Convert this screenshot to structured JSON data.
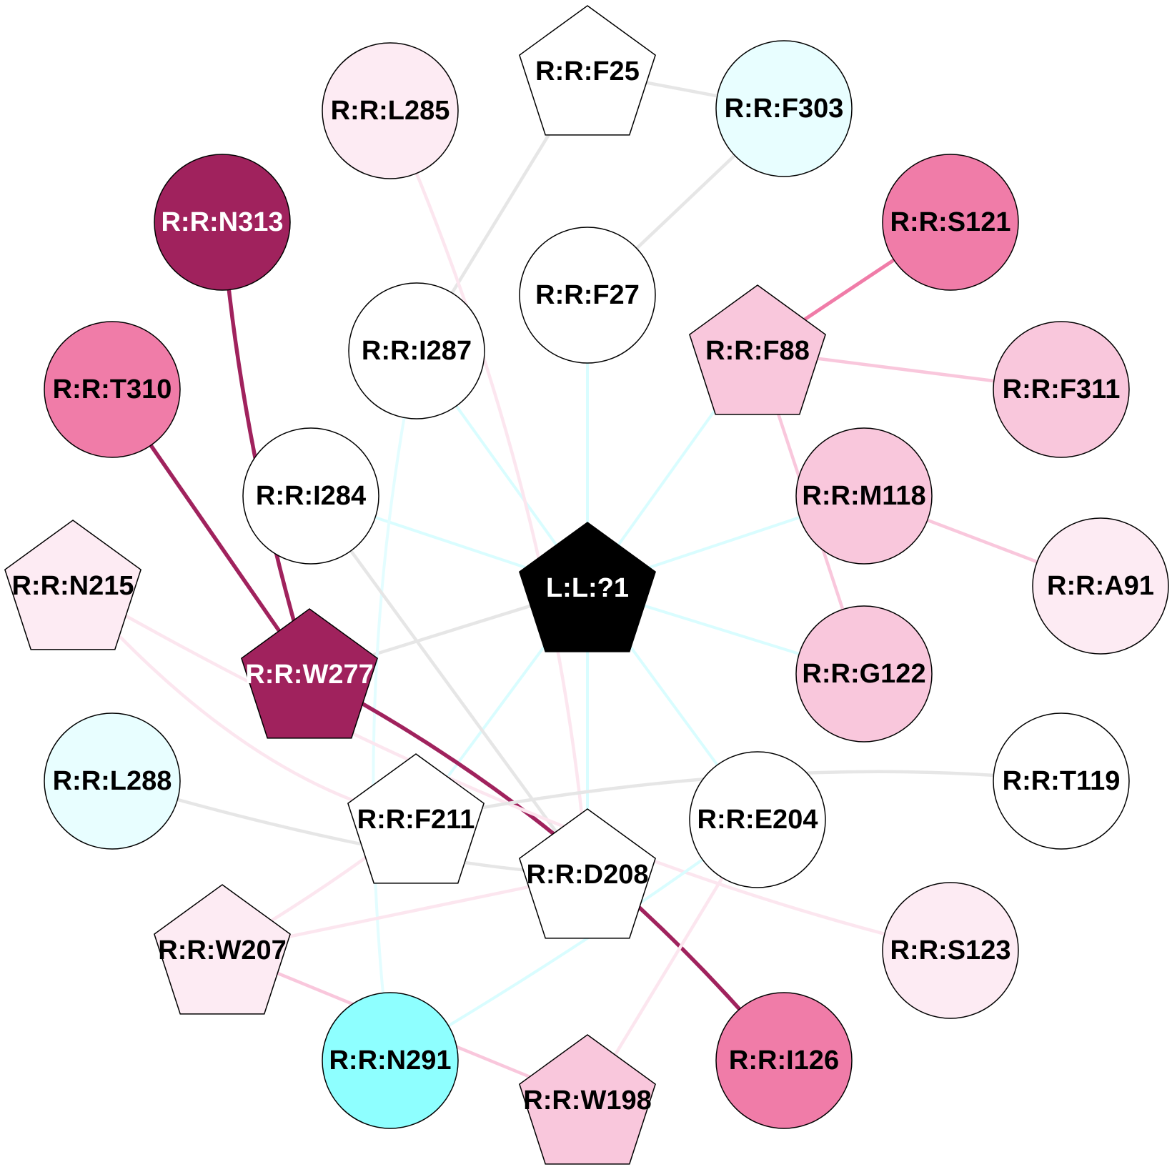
{
  "nodes": [
    {
      "id": "L:L:?1",
      "shape": "pentagon",
      "fill": "#000000",
      "text_color": "#ffffff"
    },
    {
      "id": "R:R:F25",
      "shape": "pentagon",
      "fill": "#ffffff",
      "text_color": "#000000"
    },
    {
      "id": "R:R:F303",
      "shape": "circle",
      "fill": "#e8feff",
      "text_color": "#000000"
    },
    {
      "id": "R:R:L285",
      "shape": "circle",
      "fill": "#fdebf3",
      "text_color": "#000000"
    },
    {
      "id": "R:R:N313",
      "shape": "circle",
      "fill": "#a0225d",
      "text_color": "#ffffff"
    },
    {
      "id": "R:R:S121",
      "shape": "circle",
      "fill": "#f07ca8",
      "text_color": "#000000"
    },
    {
      "id": "R:R:F27",
      "shape": "circle",
      "fill": "#ffffff",
      "text_color": "#000000"
    },
    {
      "id": "R:R:I287",
      "shape": "circle",
      "fill": "#ffffff",
      "text_color": "#000000"
    },
    {
      "id": "R:R:F88",
      "shape": "pentagon",
      "fill": "#f9c7dc",
      "text_color": "#000000"
    },
    {
      "id": "R:R:T310",
      "shape": "circle",
      "fill": "#f07ca8",
      "text_color": "#000000"
    },
    {
      "id": "R:R:F311",
      "shape": "circle",
      "fill": "#f9c7dc",
      "text_color": "#000000"
    },
    {
      "id": "R:R:I284",
      "shape": "circle",
      "fill": "#ffffff",
      "text_color": "#000000"
    },
    {
      "id": "R:R:M118",
      "shape": "circle",
      "fill": "#f9c7dc",
      "text_color": "#000000"
    },
    {
      "id": "R:R:N215",
      "shape": "pentagon",
      "fill": "#fdebf3",
      "text_color": "#000000"
    },
    {
      "id": "R:R:A91",
      "shape": "circle",
      "fill": "#fdebf3",
      "text_color": "#000000"
    },
    {
      "id": "R:R:W277",
      "shape": "pentagon",
      "fill": "#a0225d",
      "text_color": "#ffffff"
    },
    {
      "id": "R:R:G122",
      "shape": "circle",
      "fill": "#f9c7dc",
      "text_color": "#000000"
    },
    {
      "id": "R:R:L288",
      "shape": "circle",
      "fill": "#e8feff",
      "text_color": "#000000"
    },
    {
      "id": "R:R:T119",
      "shape": "circle",
      "fill": "#ffffff",
      "text_color": "#000000"
    },
    {
      "id": "R:R:F211",
      "shape": "pentagon",
      "fill": "#ffffff",
      "text_color": "#000000"
    },
    {
      "id": "R:R:E204",
      "shape": "circle",
      "fill": "#ffffff",
      "text_color": "#000000"
    },
    {
      "id": "R:R:D208",
      "shape": "pentagon",
      "fill": "#ffffff",
      "text_color": "#000000"
    },
    {
      "id": "R:R:W207",
      "shape": "pentagon",
      "fill": "#fdebf3",
      "text_color": "#000000"
    },
    {
      "id": "R:R:S123",
      "shape": "circle",
      "fill": "#fdebf3",
      "text_color": "#000000"
    },
    {
      "id": "R:R:N291",
      "shape": "circle",
      "fill": "#8effff",
      "text_color": "#000000"
    },
    {
      "id": "R:R:W198",
      "shape": "pentagon",
      "fill": "#f9c7dc",
      "text_color": "#000000"
    },
    {
      "id": "R:R:I126",
      "shape": "circle",
      "fill": "#f07ca8",
      "text_color": "#000000"
    }
  ],
  "edges": [
    {
      "source": "L:L:?1",
      "target": "R:R:F27",
      "color": "#d9fdff"
    },
    {
      "source": "L:L:?1",
      "target": "R:R:I287",
      "color": "#d9fdff"
    },
    {
      "source": "L:L:?1",
      "target": "R:R:I284",
      "color": "#d9fdff"
    },
    {
      "source": "L:L:?1",
      "target": "R:R:F88",
      "color": "#d9fdff"
    },
    {
      "source": "L:L:?1",
      "target": "R:R:M118",
      "color": "#d9fdff"
    },
    {
      "source": "L:L:?1",
      "target": "R:R:G122",
      "color": "#d9fdff"
    },
    {
      "source": "L:L:?1",
      "target": "R:R:E204",
      "color": "#d9fdff"
    },
    {
      "source": "L:L:?1",
      "target": "R:R:F211",
      "color": "#d9fdff"
    },
    {
      "source": "L:L:?1",
      "target": "R:R:D208",
      "color": "#d9fdff"
    },
    {
      "source": "L:L:?1",
      "target": "R:R:W277",
      "color": "#e6e6e6"
    },
    {
      "source": "R:R:F25",
      "target": "R:R:F303",
      "color": "#e6e6e6"
    },
    {
      "source": "R:R:F25",
      "target": "R:R:I287",
      "color": "#e6e6e6"
    },
    {
      "source": "R:R:F303",
      "target": "R:R:F27",
      "color": "#e6e6e6"
    },
    {
      "source": "R:R:L285",
      "target": "R:R:D208",
      "color": "#fce6ef"
    },
    {
      "source": "R:R:I287",
      "target": "R:R:N291",
      "color": "#e3fdff"
    },
    {
      "source": "R:R:I284",
      "target": "R:R:D208",
      "color": "#e6e6e6"
    },
    {
      "source": "R:R:S121",
      "target": "R:R:F88",
      "color": "#f07ca8"
    },
    {
      "source": "R:R:F88",
      "target": "R:R:F311",
      "color": "#f9c7dc"
    },
    {
      "source": "R:R:F88",
      "target": "R:R:G122",
      "color": "#f9c7dc"
    },
    {
      "source": "R:R:M118",
      "target": "R:R:A91",
      "color": "#f9c7dc"
    },
    {
      "source": "R:R:N313",
      "target": "R:R:W277",
      "color": "#a0225d"
    },
    {
      "source": "R:R:T310",
      "target": "R:R:W277",
      "color": "#a0225d"
    },
    {
      "source": "R:R:W277",
      "target": "R:R:I126",
      "color": "#a0225d"
    },
    {
      "source": "R:R:N215",
      "target": "R:R:S123",
      "color": "#fce6ef"
    },
    {
      "source": "R:R:N215",
      "target": "R:R:F211",
      "color": "#fce6ef"
    },
    {
      "source": "R:R:F211",
      "target": "R:R:T119",
      "color": "#e6e6e6"
    },
    {
      "source": "R:R:L288",
      "target": "R:R:D208",
      "color": "#e6e6e6"
    },
    {
      "source": "R:R:W207",
      "target": "R:R:D208",
      "color": "#fce6ef"
    },
    {
      "source": "R:R:W207",
      "target": "R:R:F211",
      "color": "#fce6ef"
    },
    {
      "source": "R:R:W207",
      "target": "R:R:W198",
      "color": "#f9c7dc"
    },
    {
      "source": "R:R:E204",
      "target": "R:R:N291",
      "color": "#d9fdff"
    },
    {
      "source": "R:R:E204",
      "target": "R:R:W198",
      "color": "#fce6ef"
    }
  ]
}
